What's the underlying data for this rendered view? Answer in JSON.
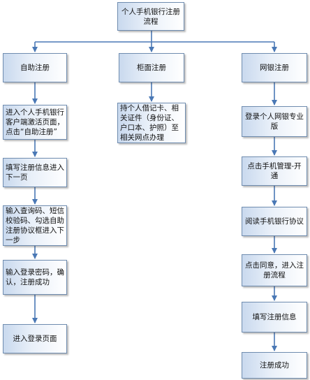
{
  "nodes": {
    "root": "个人手机银行注册流程",
    "self": "自助注册",
    "counter": "柜面注册",
    "online": "网银注册",
    "self_steps": [
      "进入个人手机银行客户端激活页面，点击“自助注册”",
      "填写注册信息进入下一页",
      "输入查询码、短信校验码、勾选自助注册协议框进入下一步",
      "输入登录密码，确认，注册成功",
      "进入登录页面"
    ],
    "counter_steps": [
      "持个人借记卡、相关证件（身份证、户口本、护照）至相关网点办理"
    ],
    "online_steps": [
      "登录个人网银专业版",
      "点击手机管理-开通",
      "阅读手机银行协议",
      "点击同意，进入注册流程",
      "填写注册信息",
      "注册成功"
    ]
  },
  "colors": {
    "border": "#6f8caf",
    "line": "#4a78b5",
    "fill_left": "#c9d9ee"
  }
}
